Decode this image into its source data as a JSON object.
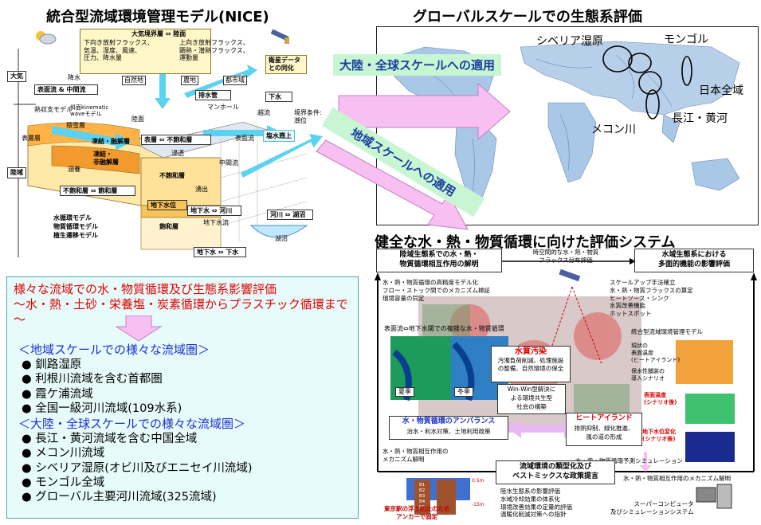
{
  "left_title": "統合型流域環境管理モデル(NICE)",
  "right_title": "グローバルスケールでの生態系評価",
  "bottom_title": "健全な水・熱・物質循環に向けた評価システム",
  "nice": {
    "atm_boundary": "大気境界層 ⇔ 陸面",
    "rad_down": "下向き放射フラックス、\n気温、湿度、風速、\n圧力、降水量",
    "rad_up": "上向き放射フラックス、\n顕熱・潜熱フラックス、\n運動量",
    "satellite": "衛星データ\nとの同化",
    "atmosphere": "大気",
    "land": "陸域",
    "precip": "降水",
    "natural": "自然地",
    "farmland": "農地",
    "urban": "都市域",
    "surface_flow": "表面流 & 中間流",
    "heat_model": "熱収支モデル",
    "kinematic": "斜面kinematic\nwaveモデル",
    "land_surface": "陸面",
    "permafrost": "積雪層",
    "surface_layer": "表層層",
    "frozen_melt": "凍結・融解層",
    "frozen_unmelt": "凍結・\n非融解層",
    "recharge": "涵養",
    "unsat_sat_l": "不飽和層 ⇔ 飽和層",
    "drain_pipe": "排水管",
    "manhole": "マンホール",
    "sewer": "下水",
    "overflow": "越流",
    "boundary": "境界条件:\n潮位",
    "salt": "塩水遡上",
    "surface_unsat": "表層 ⇔ 不飽和層",
    "surface_flow2": "表面流",
    "seepage": "浸透",
    "unsat_layer": "不飽和層",
    "intermediate": "中間流",
    "spring": "湧出",
    "gw_level": "地下水位",
    "saturated": "飽和層",
    "gw_river": "地下水 ⇔ 河川",
    "gw_flow": "地下水流",
    "river_lake": "河川 ⇔ 湖沼",
    "lake": "湖沼",
    "gw_sewer": "地下水 ⇔ 下水",
    "models": "水循環モデル\n物質循環モデル\n植生遷移モデル"
  },
  "arrows": {
    "continental": "大陸・全球スケールへの適用",
    "regional": "地域スケールへの適用"
  },
  "map_labels": {
    "siberia": "シベリア湿原",
    "mongolia": "モンゴル",
    "japan": "日本全域",
    "yangtze": "長江・黄河",
    "mekong": "メコン川"
  },
  "summary": {
    "lead": "様々な流域での水・物質循環及び生態系影響評価\n～水・熱・土砂・栄養塩・炭素循環からプラスチック循環まで～",
    "regional_head": "＜地域スケールでの様々な流域圏＞",
    "regional_items": [
      "釧路湿原",
      "利根川流域を含む首都圏",
      "霞ケ浦流域",
      "全国一級河川流域(109水系)"
    ],
    "global_head": "＜大陸・全球スケールでの様々な流域圏＞",
    "global_items": [
      "長江・黄河流域を含む中国全域",
      "メコン川流域",
      "シベリア湿原(オビ川及びエニセイ川流域)",
      "モンゴル全域",
      "グローバル主要河川流域(325流域)"
    ]
  },
  "system": {
    "head_left": "陸域生態系での水・熱・\n物質循環相互作用の解明",
    "head_center": "時空間的な水・熱・物質\nフラックス分布評価",
    "head_right": "水域生態系における\n多面的機能の影響評価",
    "left_notes": "水・熱・物質循環の高精度モデル化\nフロー・ストック間でのメカニズム検証\n環境容量の同定",
    "interface": "表面流⇔地下水間での複雑な水・物質循環",
    "right_notes": "スケールアップ手法確立\n水・熱・物質フラックスの算定\nヒートソース・シンク\n水質改善機能\nホットスポット",
    "nice_label": "統合型流域環境管理モデル",
    "current_temp": "現状の\n表面温度\n(ヒートアイランド)",
    "green_scenario": "保水性舗装の\n導入シナリオ",
    "surf_temp_scn": "表面温度\n(シナリオ後)",
    "gw_change_scn": "地下水位変化\n(シナリオ後)",
    "summer": "夏季",
    "winter": "冬季",
    "pollution_title": "水質汚染",
    "pollution_text": "汚濁負荷削減、処理施設\nの整備、自然環境の保全",
    "winwin": "Win-Win型解決に\nよる環境共生型\n社会の構築",
    "imbalance_title": "水・物質循環のアンバランス",
    "imbalance_text": "治水・利水対策、土地利用政策",
    "heat_title": "ヒートアイランド",
    "heat_text": "排熱抑制、緑化推進、\n風の道の形成",
    "mech_left": "水・熱・物質相互作用の\nメカニズム解明",
    "sim": "水・熱・物質循環予測シミュレーション",
    "policy": "流域環境の類型化及び\nベストミックスな政策提言",
    "mech_right": "水・熱・物質相互作用のメカニズム解明",
    "policy_notes": "陸水生態系の影響評価\n水域冷却効果の体系化\n環境改善効果の定量的評価\n温暖化削減対策への指針",
    "tokyo": "東京駅の浮上防止のため\nアンカーで固定",
    "floors": [
      "B1",
      "B2",
      "B3",
      "B4",
      "B5"
    ],
    "depth_top": "0.5m",
    "depth_bot": "-15m",
    "supercomputer": "スーパーコンピュータ\n及びシミュレーションシステム"
  },
  "colors": {
    "cyan_arrow": "#5ad2f0",
    "pink_arrow": "#f7bff2",
    "red_text": "#e00000",
    "blue_text": "#1a2fd0"
  }
}
